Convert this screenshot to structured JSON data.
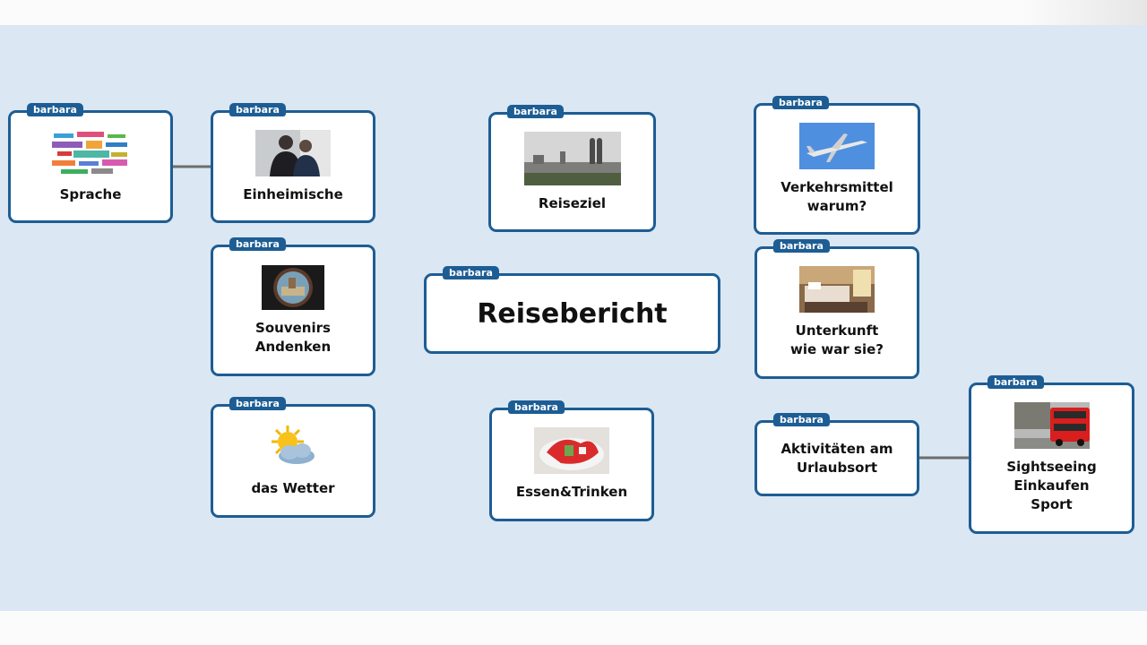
{
  "diagram": {
    "author_tag": "barbara",
    "center": {
      "label": "Reisebericht"
    },
    "nodes": [
      {
        "id": "sprache",
        "label": "Sprache",
        "image": "word-cloud"
      },
      {
        "id": "einheimische",
        "label": "Einheimische",
        "image": "people-photo"
      },
      {
        "id": "souvenirs",
        "label": "Souvenirs\nAndenken",
        "image": "souvenir-plate"
      },
      {
        "id": "wetter",
        "label": "das Wetter",
        "image": "sun-cloud"
      },
      {
        "id": "reiseziel",
        "label": "Reiseziel",
        "image": "city-skyline"
      },
      {
        "id": "essen",
        "label": "Essen&Trinken",
        "image": "food-photo"
      },
      {
        "id": "verkehr",
        "label": "Verkehrsmittel\nwarum?",
        "image": "airplane"
      },
      {
        "id": "unterkunft",
        "label": "Unterkunft\nwie war sie?",
        "image": "hotel-room"
      },
      {
        "id": "aktivitaeten",
        "label": "Aktivitäten am\nUrlaubsort",
        "image": ""
      },
      {
        "id": "sightseeing",
        "label": "Sightseeing\nEinkaufen\nSport",
        "image": "red-bus"
      }
    ]
  },
  "colors": {
    "card_border": "#1d5d94",
    "background": "#dbe7f3",
    "connector": "#6d6d6d"
  }
}
